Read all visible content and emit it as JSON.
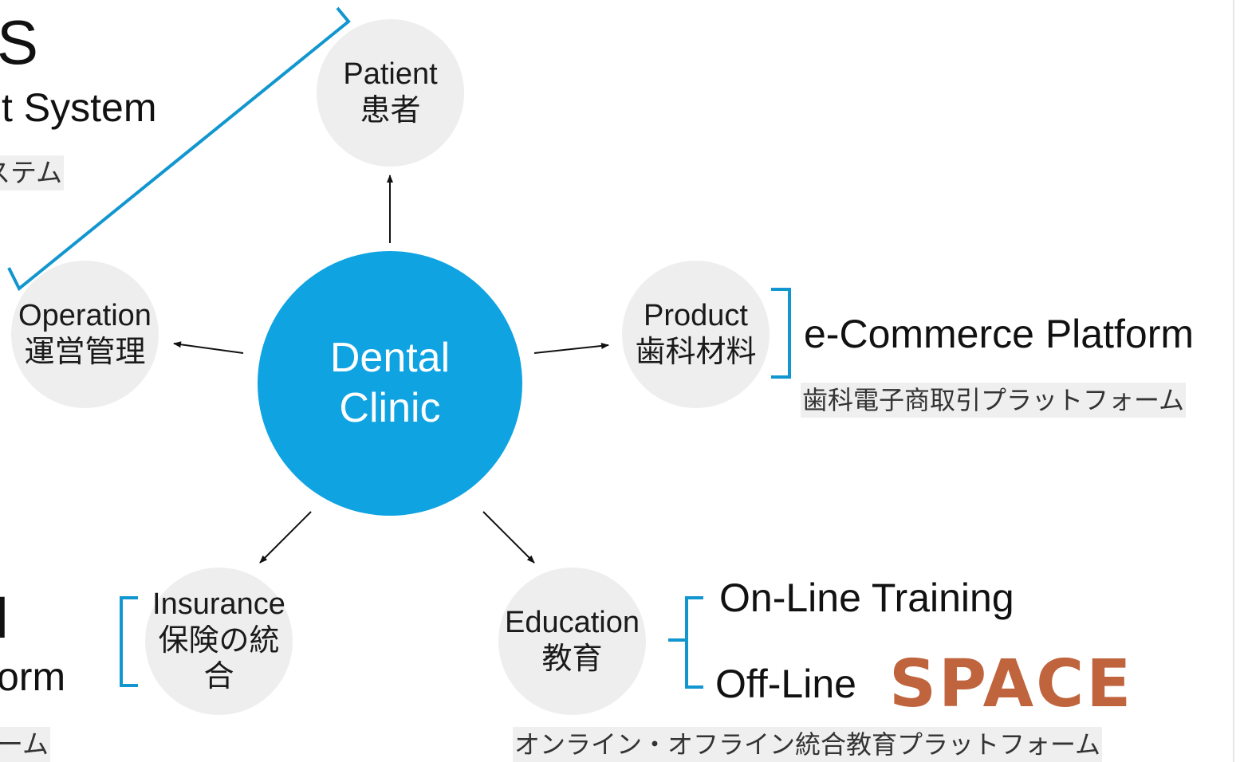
{
  "diagram": {
    "center": {
      "line1": "Dental",
      "line2": "Clinic"
    },
    "nodes": {
      "patient": {
        "en": "Patient",
        "ja": "患者"
      },
      "operation": {
        "en": "Operation",
        "ja": "運営管理"
      },
      "product": {
        "en": "Product",
        "ja": "歯科材料"
      },
      "insurance": {
        "en": "Insurance",
        "ja": "保険の統合"
      },
      "education": {
        "en": "Education",
        "ja": "教育"
      }
    },
    "labels": {
      "top_left_letter": "S",
      "top_left_title": "t System",
      "top_left_sub": "ステム",
      "bottom_left_letter": "I",
      "bottom_left_title": "orm",
      "bottom_left_sub": "ーム",
      "ecommerce_title": "e-Commerce Platform",
      "ecommerce_sub": "歯科電子商取引プラットフォーム",
      "online": "On-Line Training",
      "offline": "Off-Line",
      "space_logo": "SPACE",
      "education_sub": "オンライン・オフライン統合教育プラットフォーム"
    }
  },
  "colors": {
    "accent": "#0fa3e2",
    "node_fill": "#eeeeee",
    "bracket": "#1296cf",
    "logo": "#c0643e"
  }
}
